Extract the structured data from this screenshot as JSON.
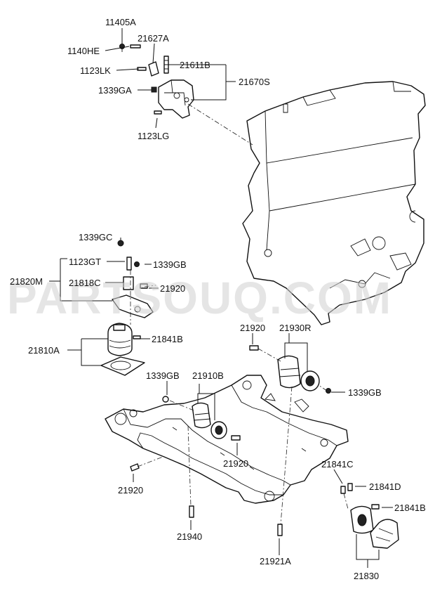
{
  "watermark": "PARTSOUQ.COM",
  "labels": {
    "p11405A": "11405A",
    "p1140HE": "1140HE",
    "p21627A": "21627A",
    "p21611B": "21611B",
    "p1123LK": "1123LK",
    "p21670S": "21670S",
    "p1339GA": "1339GA",
    "p1123LG": "1123LG",
    "p1339GC": "1339GC",
    "p1123GT": "1123GT",
    "p1339GB_a": "1339GB",
    "p21820M": "21820M",
    "p21818C": "21818C",
    "p21920_a": "21920",
    "p21841B_a": "21841B",
    "p21810A": "21810A",
    "p21920_b": "21920",
    "p21930R": "21930R",
    "p1339GB_b": "1339GB",
    "p1339GB_c": "1339GB",
    "p21910B": "21910B",
    "p21920_c": "21920",
    "p21920_d": "21920",
    "p21841C": "21841C",
    "p21841D": "21841D",
    "p21841B_b": "21841B",
    "p21940": "21940",
    "p21921A": "21921A",
    "p21830": "21830"
  }
}
